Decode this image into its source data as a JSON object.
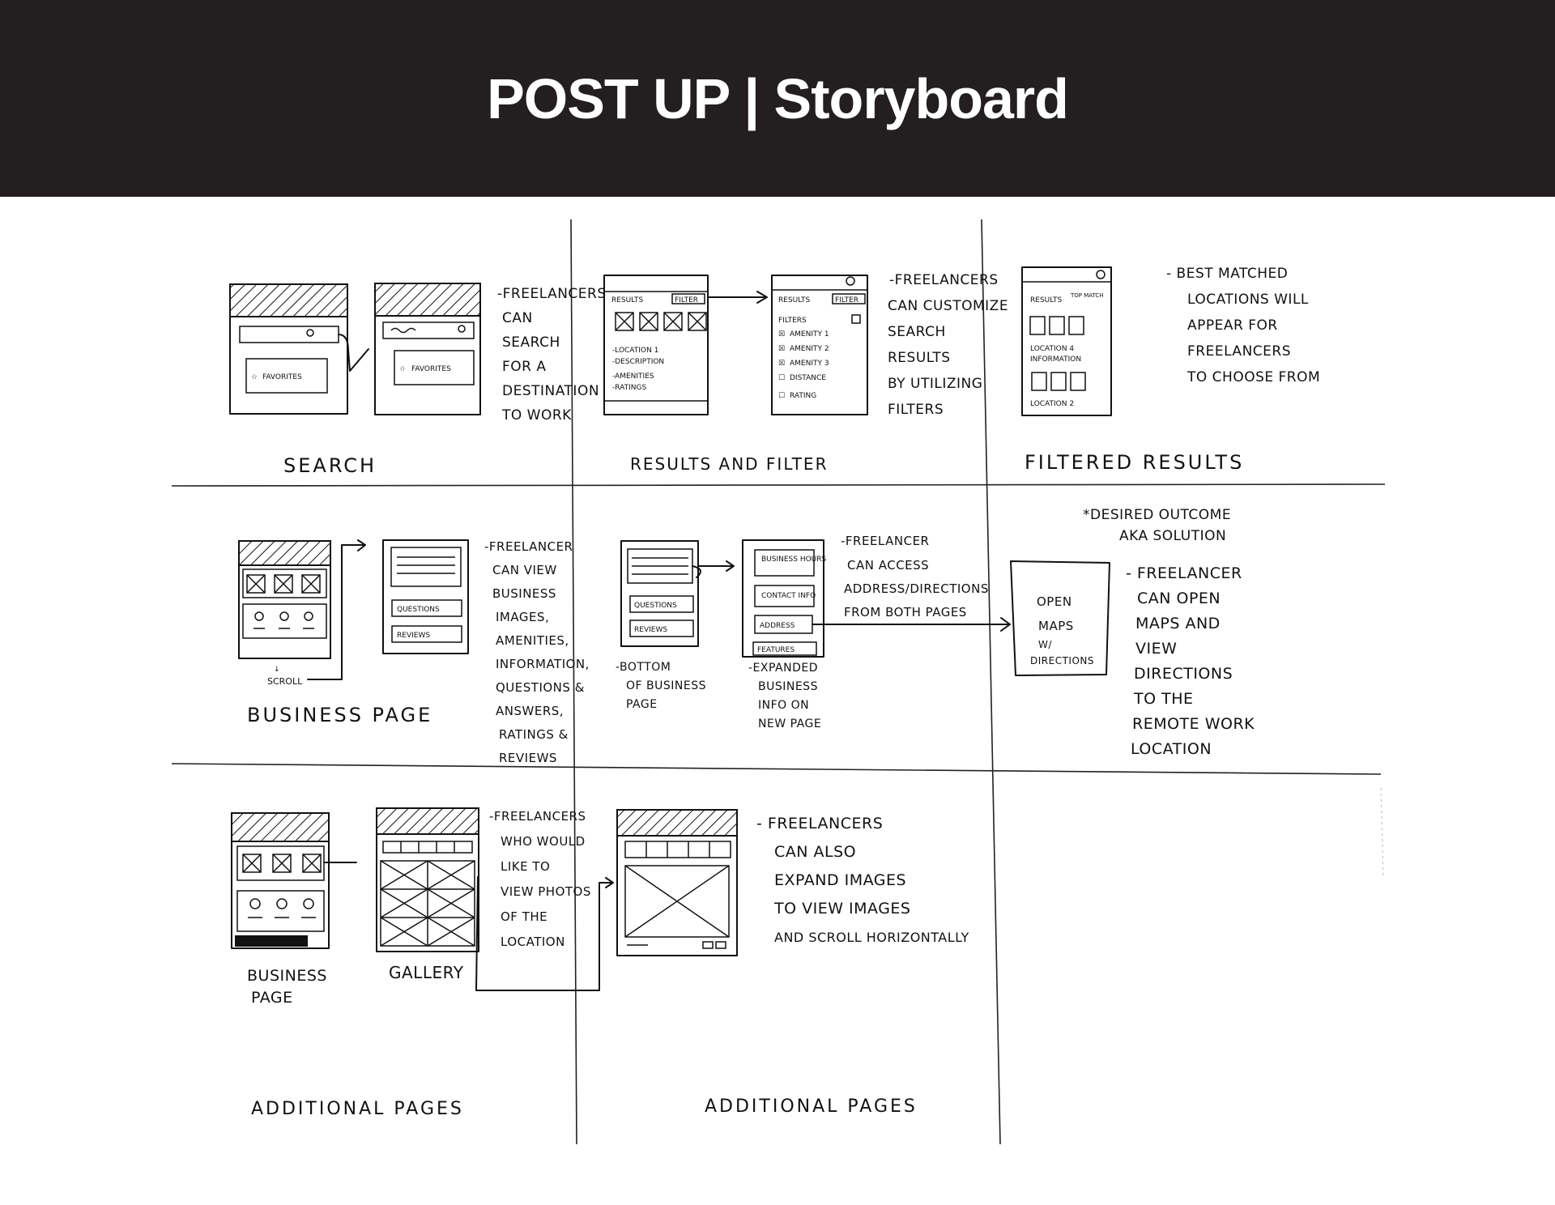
{
  "title": "POST UP | Storyboard",
  "sections": {
    "search": {
      "caption": "SEARCH",
      "favorites_label": "FAVORITES",
      "notes": [
        "-FREELANCERS",
        "CAN",
        "SEARCH",
        "FOR A",
        "DESTINATION",
        "TO WORK"
      ]
    },
    "results_filter": {
      "caption": "RESULTS AND FILTER",
      "results_label": "RESULTS",
      "filter_label": "FILTER",
      "filters_label": "FILTERS",
      "list_items": [
        "-LOCATION 1",
        "-DESCRIPTION",
        "-AMENITIES",
        "-RATINGS"
      ],
      "filter_items": [
        "AMENITY 1",
        "AMENITY 2",
        "AMENITY 3",
        "DISTANCE",
        "RATING"
      ],
      "notes": [
        "-FREELANCERS",
        "CAN CUSTOMIZE",
        "SEARCH",
        "RESULTS",
        "BY UTILIZING",
        "FILTERS"
      ]
    },
    "filtered_results": {
      "caption": "FILTERED RESULTS",
      "results_label": "RESULTS",
      "top_match": "TOP MATCH",
      "loc1": "LOCATION 4",
      "loc1_sub": "INFORMATION",
      "loc2": "LOCATION 2",
      "notes": [
        "- BEST MATCHED",
        "LOCATIONS WILL",
        "APPEAR FOR",
        "FREELANCERS",
        "TO CHOOSE FROM"
      ]
    },
    "business_page": {
      "caption": "BUSINESS PAGE",
      "scroll_label": "SCROLL",
      "questions_label": "QUESTIONS",
      "reviews_label": "REVIEWS",
      "notes": [
        "-FREELANCER",
        "CAN VIEW",
        "BUSINESS",
        "IMAGES,",
        "AMENITIES,",
        "INFORMATION,",
        "QUESTIONS &",
        "ANSWERS,",
        "RATINGS &",
        "REVIEWS"
      ]
    },
    "expanded_info": {
      "questions_label": "QUESTIONS",
      "reviews_label": "REVIEWS",
      "business_hours": "BUSINESS HOURS",
      "contact_info": "CONTACT INFO",
      "address": "ADDRESS",
      "features": "FEATURES",
      "bottom_note": [
        "-BOTTOM",
        "OF BUSINESS",
        "PAGE"
      ],
      "expanded_note": [
        "-EXPANDED",
        "BUSINESS",
        "INFO ON",
        "NEW PAGE"
      ],
      "notes": [
        "-FREELANCER",
        "CAN ACCESS",
        "ADDRESS/DIRECTIONS",
        "FROM BOTH PAGES"
      ]
    },
    "desired_outcome": {
      "heading": [
        "*DESIRED OUTCOME",
        "AKA SOLUTION"
      ],
      "card_text": [
        "OPEN",
        "MAPS",
        "W/",
        "DIRECTIONS"
      ],
      "notes": [
        "- FREELANCER",
        "CAN OPEN",
        "MAPS AND",
        "VIEW",
        "DIRECTIONS",
        "TO THE",
        "REMOTE WORK",
        "LOCATION"
      ]
    },
    "additional_1": {
      "caption": "ADDITIONAL PAGES",
      "business_label": [
        "BUSINESS",
        "PAGE"
      ],
      "gallery_label": "GALLERY",
      "notes": [
        "-FREELANCERS",
        "WHO WOULD",
        "LIKE TO",
        "VIEW PHOTOS",
        "OF THE",
        "LOCATION"
      ]
    },
    "additional_2": {
      "caption": "ADDITIONAL PAGES",
      "notes": [
        "- FREELANCERS",
        "CAN ALSO",
        "EXPAND IMAGES",
        "TO VIEW IMAGES",
        "AND SCROLL HORIZONTALLY"
      ]
    }
  }
}
